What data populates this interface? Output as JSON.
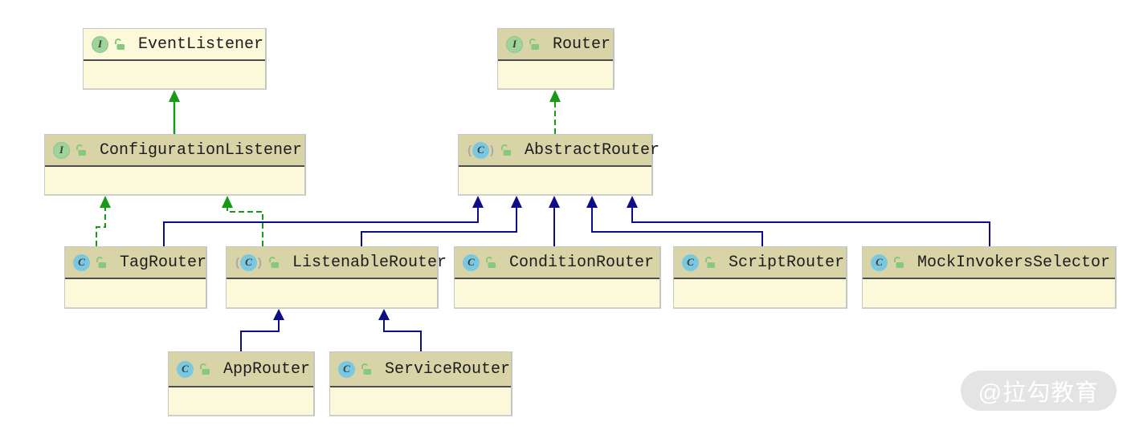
{
  "icons": {
    "interface_letter": "I",
    "class_letter": "C",
    "paren_open": "(",
    "paren_close": ")"
  },
  "nodes": {
    "event_listener": {
      "name": "EventListener",
      "kind": "interface",
      "access": "public-unlocked"
    },
    "router": {
      "name": "Router",
      "kind": "interface",
      "access": "public-unlocked"
    },
    "configuration_listener": {
      "name": "ConfigurationListener",
      "kind": "interface",
      "access": "public-unlocked"
    },
    "abstract_router": {
      "name": "AbstractRouter",
      "kind": "abstract-class",
      "access": "public-unlocked"
    },
    "tag_router": {
      "name": "TagRouter",
      "kind": "class",
      "access": "public-unlocked"
    },
    "listenable_router": {
      "name": "ListenableRouter",
      "kind": "abstract-class",
      "access": "public-unlocked"
    },
    "condition_router": {
      "name": "ConditionRouter",
      "kind": "class",
      "access": "public-unlocked"
    },
    "script_router": {
      "name": "ScriptRouter",
      "kind": "class",
      "access": "public-unlocked"
    },
    "mock_invokers_selector": {
      "name": "MockInvokersSelector",
      "kind": "class",
      "access": "public-unlocked"
    },
    "app_router": {
      "name": "AppRouter",
      "kind": "class",
      "access": "public-unlocked"
    },
    "service_router": {
      "name": "ServiceRouter",
      "kind": "class",
      "access": "public-unlocked"
    }
  },
  "edges": [
    {
      "from": "ConfigurationListener",
      "to": "EventListener",
      "relation": "extends",
      "style": "solid-green"
    },
    {
      "from": "AbstractRouter",
      "to": "Router",
      "relation": "implements",
      "style": "dashed-green"
    },
    {
      "from": "TagRouter",
      "to": "ConfigurationListener",
      "relation": "implements",
      "style": "dashed-green"
    },
    {
      "from": "ListenableRouter",
      "to": "ConfigurationListener",
      "relation": "implements",
      "style": "dashed-green"
    },
    {
      "from": "TagRouter",
      "to": "AbstractRouter",
      "relation": "extends",
      "style": "solid-navy"
    },
    {
      "from": "ListenableRouter",
      "to": "AbstractRouter",
      "relation": "extends",
      "style": "solid-navy"
    },
    {
      "from": "ConditionRouter",
      "to": "AbstractRouter",
      "relation": "extends",
      "style": "solid-navy"
    },
    {
      "from": "ScriptRouter",
      "to": "AbstractRouter",
      "relation": "extends",
      "style": "solid-navy"
    },
    {
      "from": "MockInvokersSelector",
      "to": "AbstractRouter",
      "relation": "extends",
      "style": "solid-navy"
    },
    {
      "from": "AppRouter",
      "to": "ListenableRouter",
      "relation": "extends",
      "style": "solid-navy"
    },
    {
      "from": "ServiceRouter",
      "to": "ListenableRouter",
      "relation": "extends",
      "style": "solid-navy"
    }
  ],
  "colors": {
    "header": "#d8d4a8",
    "body": "#fcf9da",
    "divider": "#4d4d4d",
    "extends_interface_green": "#189a18",
    "extends_class_navy": "#0d0d87",
    "interface_icon_bg": "#9ed399",
    "class_icon_bg": "#7ac8e0",
    "lock_green": "#85c97c"
  },
  "watermark": {
    "text": "@拉勾教育"
  }
}
